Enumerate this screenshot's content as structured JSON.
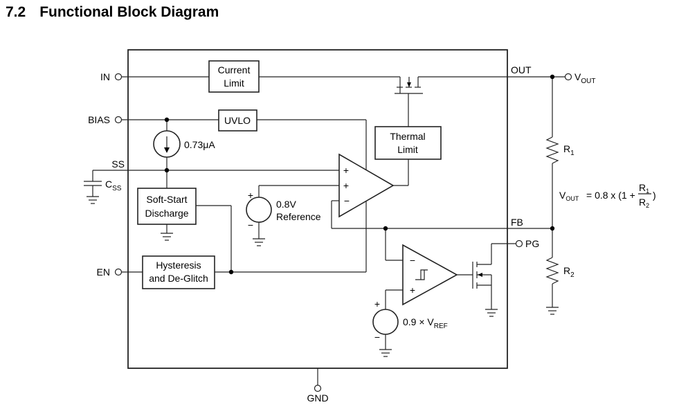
{
  "heading": {
    "number": "7.2",
    "title": "Functional Block Diagram"
  },
  "pins": {
    "in": "IN",
    "bias": "BIAS",
    "ss": "SS",
    "en": "EN",
    "gnd": "GND",
    "pg": "PG",
    "out": "OUT",
    "fb": "FB"
  },
  "blocks": {
    "current_limit": [
      "Current",
      "Limit"
    ],
    "uvlo": "UVLO",
    "thermal_limit": [
      "Thermal",
      "Limit"
    ],
    "soft_start": [
      "Soft-Start",
      "Discharge"
    ],
    "hysteresis": [
      "Hysteresis",
      "and De-Glitch"
    ]
  },
  "sources": {
    "current_source": "0.73μA",
    "reference": [
      "0.8V",
      "Reference"
    ],
    "pg_ref_main": "0.9 × V",
    "pg_ref_sub": "REF"
  },
  "external": {
    "css_main": "C",
    "css_sub": "SS",
    "vout_main": "V",
    "vout_sub": "OUT",
    "r1_main": "R",
    "r1_sub": "1",
    "r2_main": "R",
    "r2_sub": "2",
    "formula_prefix": "V",
    "formula_prefix_sub": "OUT",
    "formula_body": "= 0.8 x (1 +",
    "formula_close": ")",
    "formula_num": "R",
    "formula_num_sub": "1",
    "formula_den": "R",
    "formula_den_sub": "2"
  },
  "signs": {
    "plus": "+",
    "minus": "−",
    "hysteresis_symbol": "⨅"
  }
}
